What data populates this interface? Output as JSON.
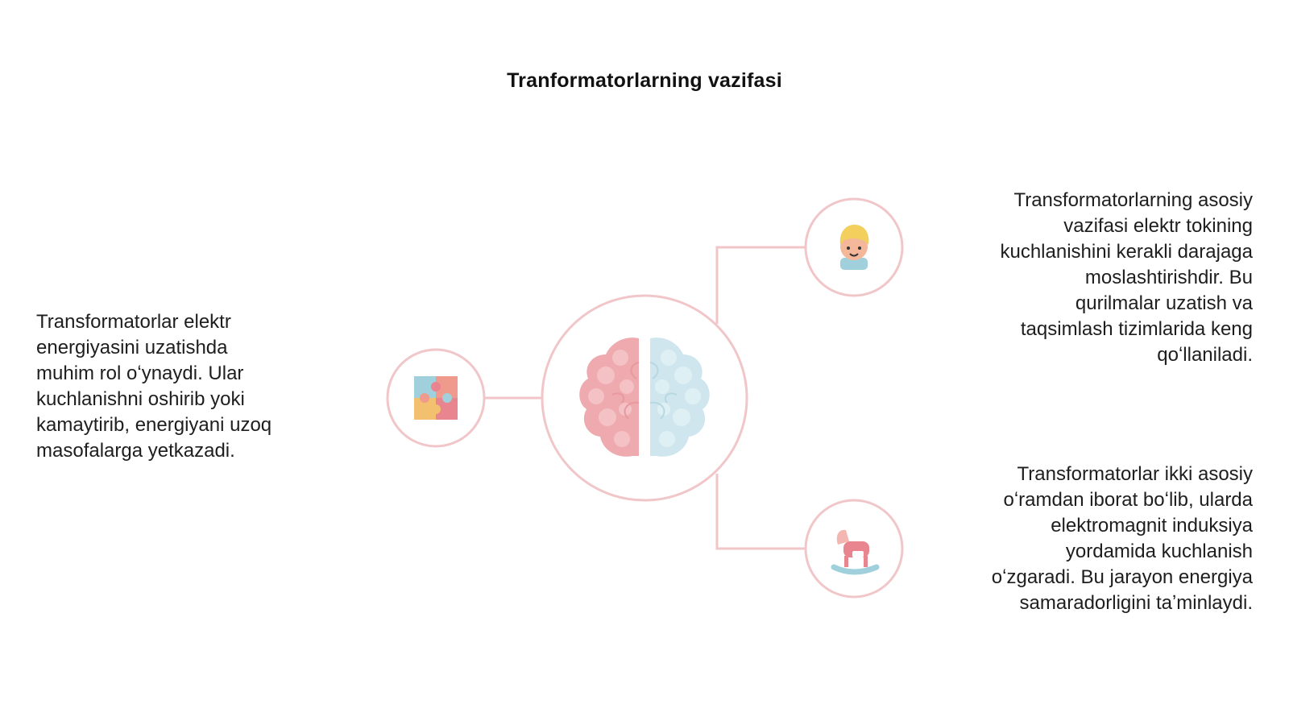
{
  "title": "Tranformatorlarning vazifasi",
  "colors": {
    "accent_pink": "#f1c6c9",
    "brain_left": "#eeaaae",
    "brain_right": "#cfe6ee"
  },
  "nodes": {
    "center": {
      "icon": "brain-icon"
    },
    "left": {
      "icon": "puzzle-icon",
      "text": "Transformatorlar elektr\nenergiyasini uzatishda\nmuhim rol oʻynaydi. Ular\nkuchlanishni oshirib yoki\nkamaytirib, energiyani uzoq\nmasofalarga yetkazadi."
    },
    "top_right": {
      "icon": "child-face-icon",
      "text": "Transformatorlarning asosiy\nvazifasi elektr tokining\nkuchlanishini kerakli darajaga\nmoslashtirishdir. Bu\nqurilmalar uzatish va\ntaqsimlash tizimlarida keng\nqoʻllaniladi."
    },
    "bottom_right": {
      "icon": "rocking-horse-icon",
      "text": "Transformatorlar ikki asosiy\noʻramdan iborat boʻlib, ularda\nelektromagnit induksiya\nyordamida kuchlanish\noʻzgaradi. Bu jarayon energiya\nsamaradorligini taʼminlaydi."
    }
  }
}
